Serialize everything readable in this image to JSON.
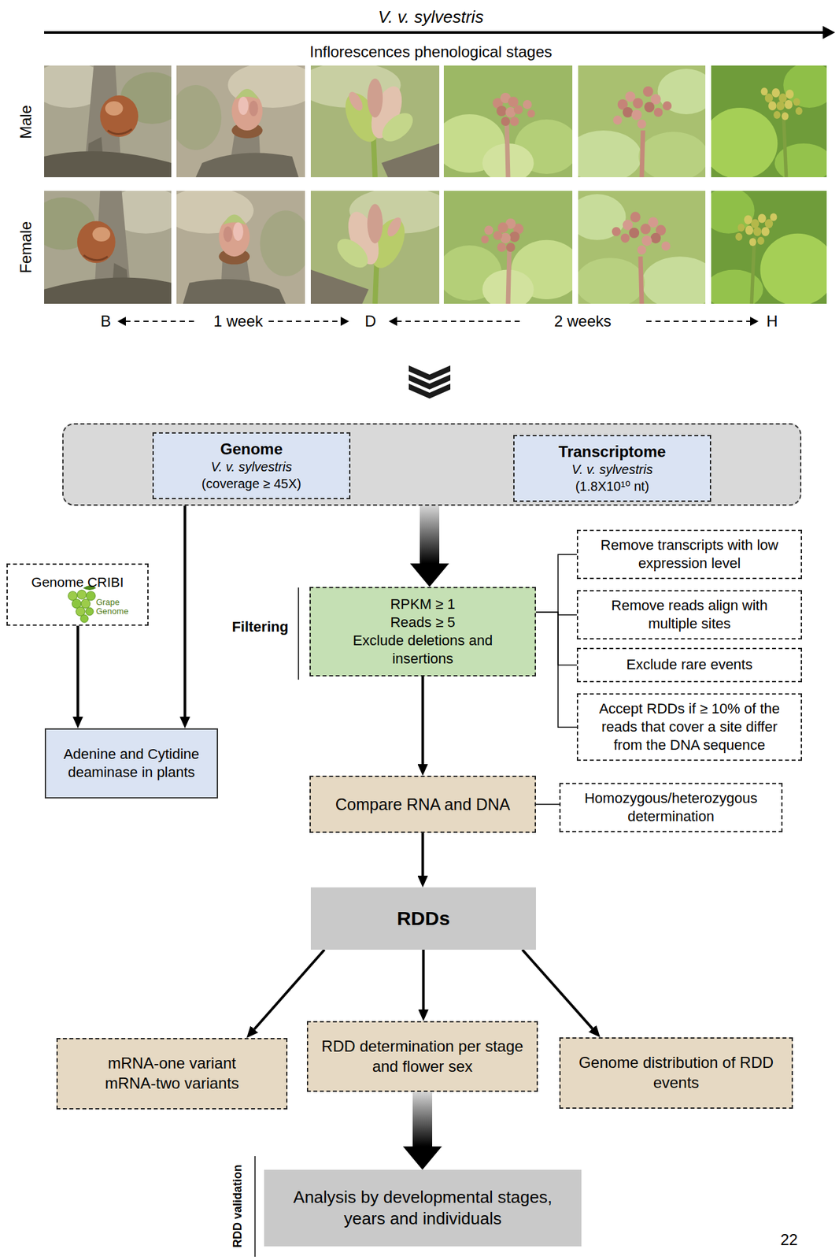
{
  "diagram": {
    "nodes": [
      {
        "text": []
      },
      {
        "text": [
          "Genome",
          "V. v. sylvestris",
          "(coverage ≥ 45X)"
        ],
        "in": 0
      },
      {
        "text": [
          "Transcriptome",
          "V. v. sylvestris",
          "(1.8X10¹⁰ nt)"
        ],
        "in": 0
      },
      {
        "text": [
          "Genome CRIBI",
          "Grape Genome"
        ]
      },
      {
        "text": [
          "RPKM ≥ 1",
          "Reads ≥ 5",
          "Exclude deletions and insertions"
        ]
      },
      {
        "text": [
          "Remove transcripts with low expression level"
        ]
      },
      {
        "text": [
          "Remove reads align with multiple sites"
        ]
      },
      {
        "text": [
          "Exclude rare events"
        ]
      },
      {
        "text": [
          "Accept RDDs if ≥ 10% of the reads that cover a site differ from the DNA sequence"
        ]
      },
      {
        "text": [
          "Adenine and Cytidine deaminase in plants"
        ]
      },
      {
        "text": [
          "Compare RNA and DNA"
        ]
      },
      {
        "text": [
          "Homozygous/heterozygous determination"
        ]
      },
      {
        "text": [
          "RDDs"
        ]
      },
      {
        "text": [
          "mRNA-one variant",
          "mRNA-two variants"
        ]
      },
      {
        "text": [
          "RDD determination per stage and flower sex"
        ]
      },
      {
        "text": [
          "Genome distribution of RDD events"
        ]
      },
      {
        "text": [
          "Analysis by developmental stages, years and individuals"
        ]
      }
    ],
    "edges": [
      {
        "from": 3,
        "to": 9,
        "arrow": "to"
      },
      {
        "from": 1,
        "to": 9,
        "arrow": "to"
      },
      {
        "from": 0,
        "to": 4,
        "arrow": "to"
      },
      {
        "from": 4,
        "to": 5,
        "arrow": "none"
      },
      {
        "from": 4,
        "to": 6,
        "arrow": "none"
      },
      {
        "from": 4,
        "to": 7,
        "arrow": "none"
      },
      {
        "from": 4,
        "to": 8,
        "arrow": "none"
      },
      {
        "from": 4,
        "to": 10,
        "arrow": "to"
      },
      {
        "from": 10,
        "to": 11,
        "arrow": "none"
      },
      {
        "from": 10,
        "to": 12,
        "arrow": "to"
      },
      {
        "from": 12,
        "to": 13,
        "arrow": "to"
      },
      {
        "from": 12,
        "to": 14,
        "arrow": "to"
      },
      {
        "from": 12,
        "to": 15,
        "arrow": "to"
      },
      {
        "from": 14,
        "to": 16,
        "arrow": "to"
      }
    ],
    "labels": [
      "V. v. sylvestris",
      "Inflorescences phenological stages",
      "Male",
      "Female",
      "B",
      "1 week",
      "D",
      "2 weeks",
      "H",
      "Filtering",
      "RDD validation",
      "22"
    ]
  }
}
